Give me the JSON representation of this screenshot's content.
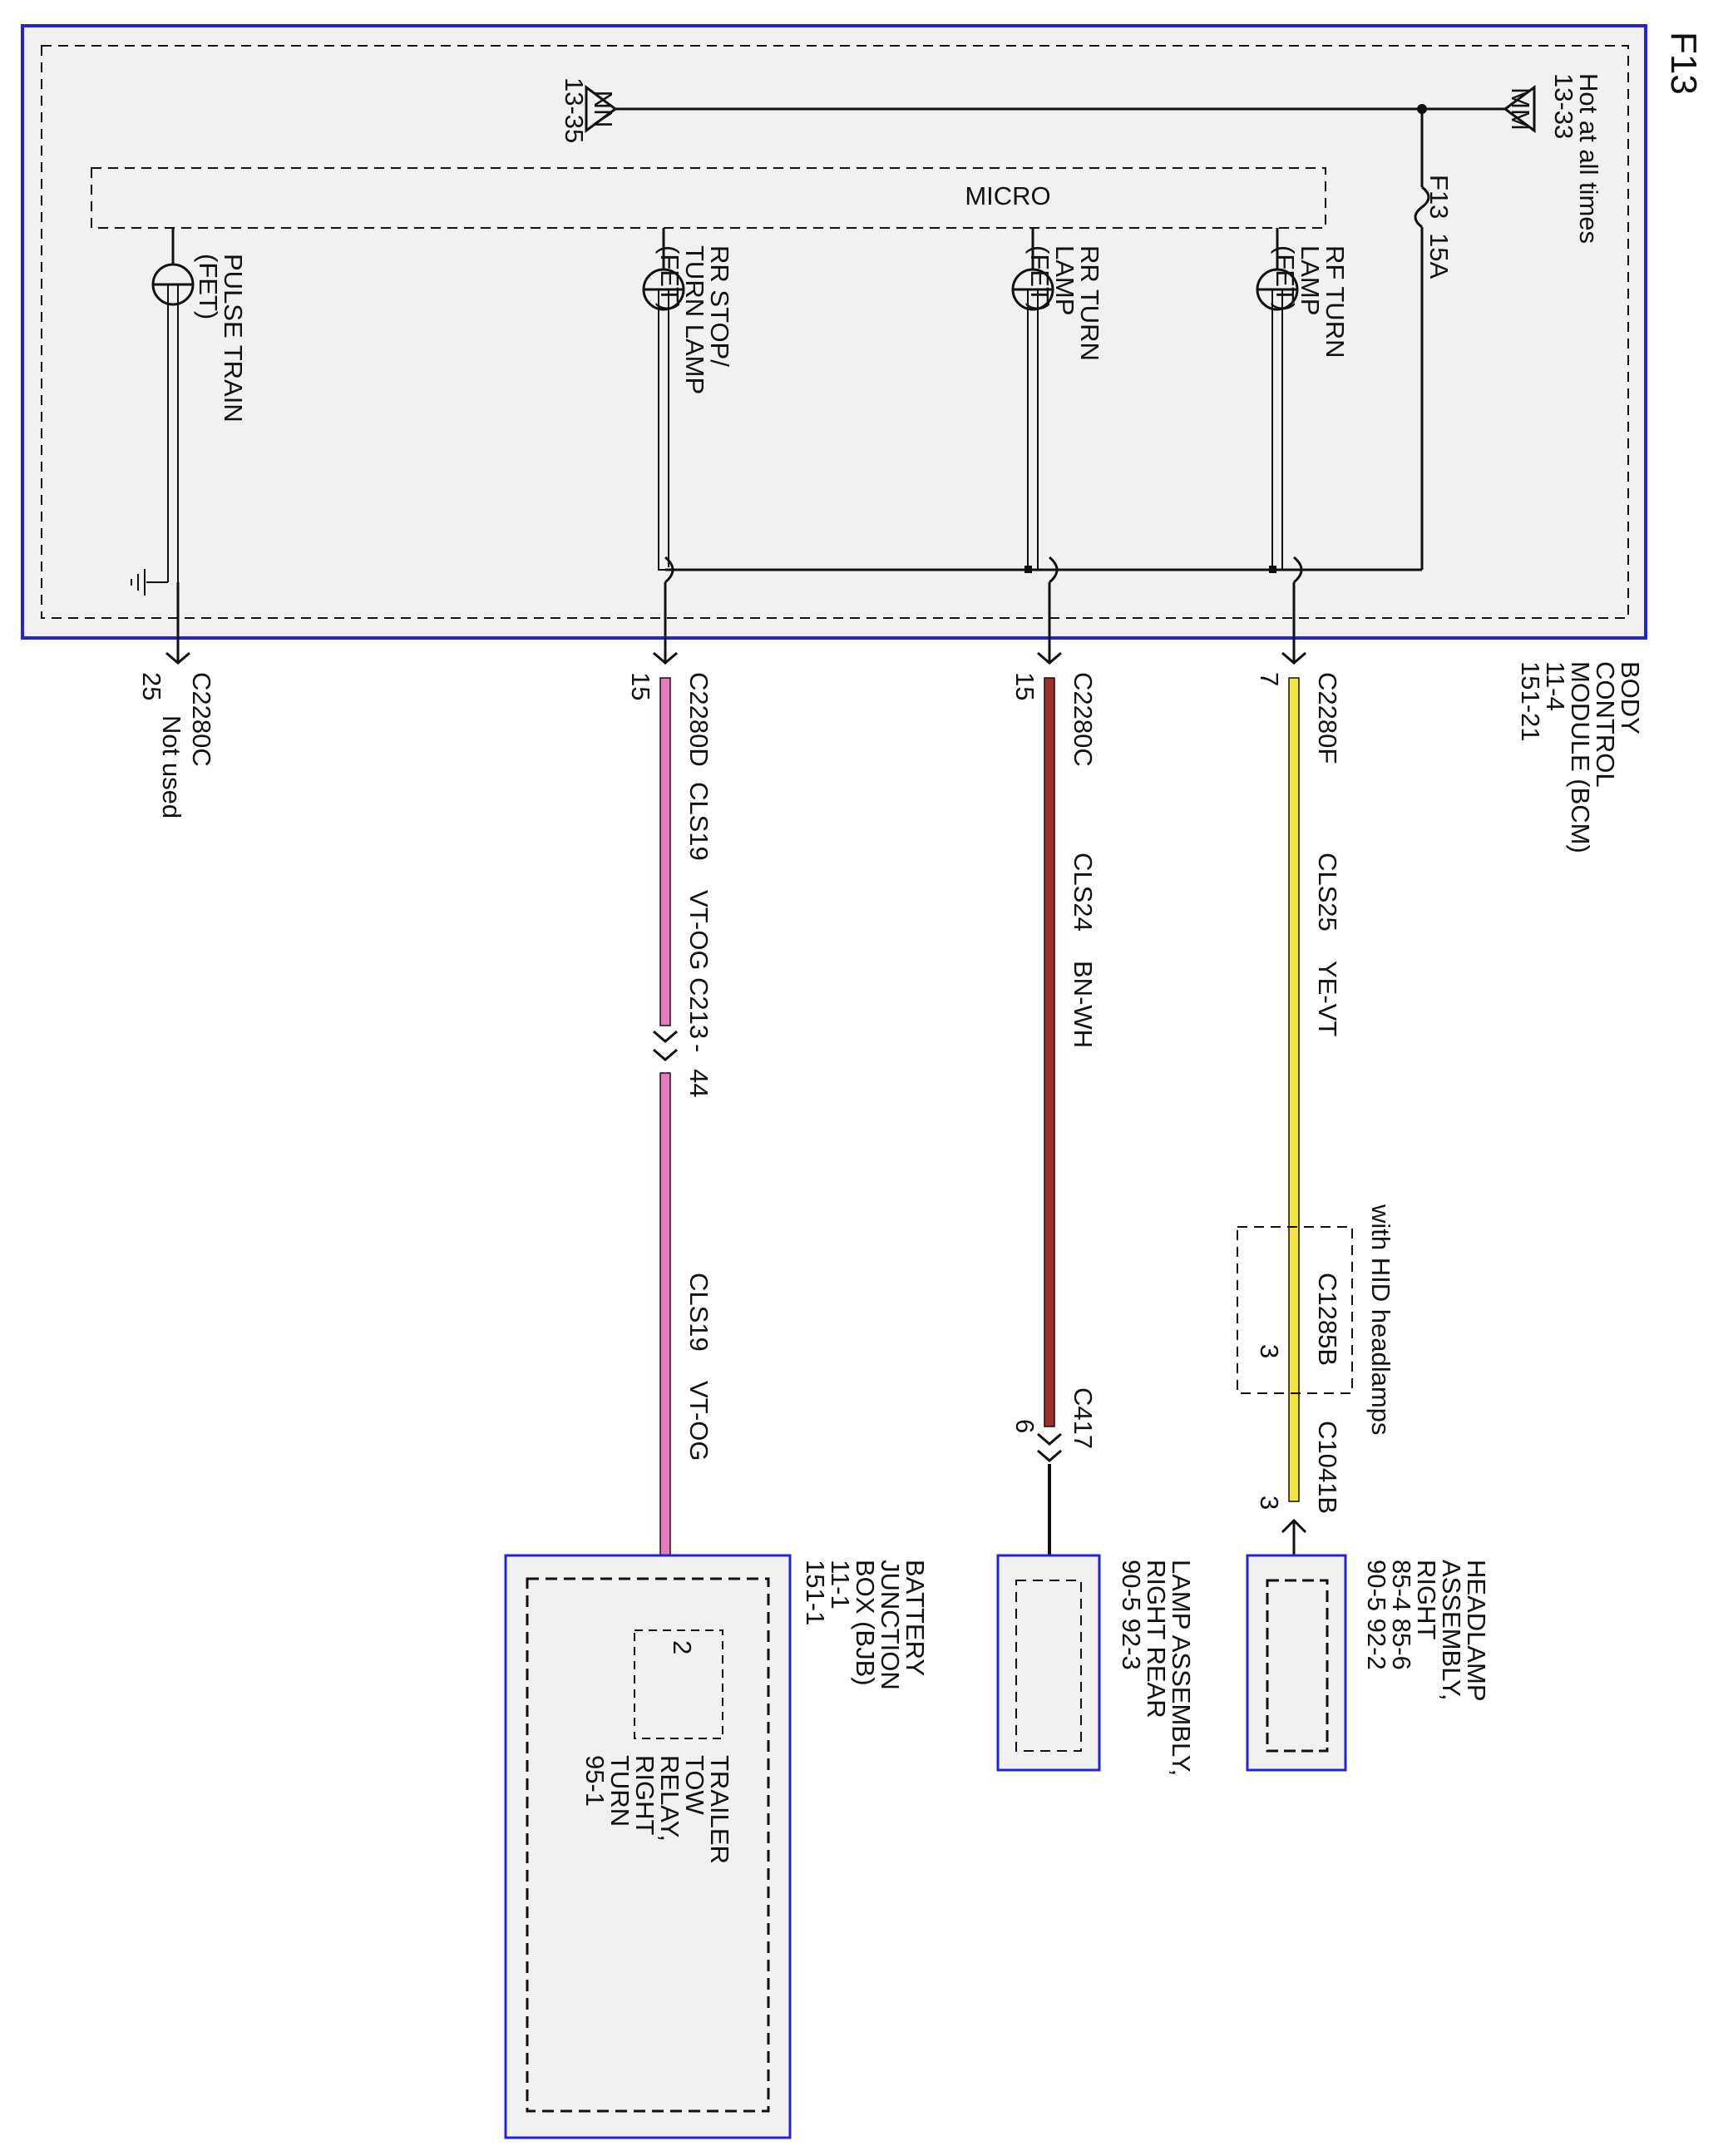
{
  "page_label": "F13",
  "colors": {
    "module_border": "#2323d8",
    "module_fill": "#f1f1f1",
    "dash": "#111111",
    "wire_violet_orange": "#e77bc0",
    "wire_brown_white": "#a32c2c",
    "wire_yellow_violet": "#f4e43b",
    "line": "#111111"
  },
  "bcm": {
    "title_lines": [
      "BODY",
      "CONTROL",
      "MODULE (BCM)",
      "11-4",
      "151-21"
    ],
    "micro_label": "MICRO",
    "power_in": {
      "lines": [
        "Hot at all times",
        "13-33"
      ],
      "symbol": "MM"
    },
    "power_out": {
      "ref": "13-35",
      "symbol": "NN"
    },
    "fuse": {
      "name": "F13",
      "rating": "15A"
    },
    "drivers": [
      {
        "id": "pulse-train",
        "lines": [
          "PULSE TRAIN",
          "(FET)"
        ]
      },
      {
        "id": "rr-stop-turn",
        "lines": [
          "RR STOP/",
          "TURN LAMP",
          "(FET)"
        ]
      },
      {
        "id": "rr-turn",
        "lines": [
          "RR TURN",
          "LAMP",
          "(FET)"
        ]
      },
      {
        "id": "rf-turn",
        "lines": [
          "RF TURN",
          "LAMP",
          "(FET)"
        ]
      }
    ]
  },
  "circuits": [
    {
      "id": "pulse-train",
      "connector": "C2280C",
      "pin": "25",
      "note": "Not used"
    },
    {
      "id": "rr-stop-turn",
      "connector": "C2280D",
      "pin": "15",
      "circuit": "CLS19",
      "color_code": "VT-OG",
      "inline": {
        "connector": "C213",
        "sep": "-",
        "pin": "44"
      },
      "lower_circuit": "CLS19",
      "lower_color_code": "VT-OG"
    },
    {
      "id": "rr-turn",
      "connector": "C2280C",
      "pin": "15",
      "circuit": "CLS24",
      "color_code": "BN-WH",
      "end_connector": "C417",
      "end_pin": "6"
    },
    {
      "id": "rf-turn",
      "connector": "C2280F",
      "pin": "7",
      "circuit": "CLS25",
      "color_code": "YE-VT",
      "option": {
        "note": "with HID headlamps",
        "connector": "C1285B",
        "pin": "3"
      },
      "end_connector": "C1041B",
      "end_pin": "3"
    }
  ],
  "components": {
    "bjb": {
      "lines": [
        "BATTERY",
        "JUNCTION",
        "BOX (BJB)",
        "11-1",
        "151-1"
      ],
      "relay_pin": "2",
      "relay_lines": [
        "TRAILER",
        "TOW",
        "RELAY,",
        "RIGHT",
        "TURN",
        "95-1"
      ]
    },
    "lamp_rr": {
      "lines": [
        "LAMP ASSEMBLY,",
        "RIGHT REAR",
        "90-5    92-3"
      ]
    },
    "headlamp_r": {
      "lines": [
        "HEADLAMP",
        "ASSEMBLY,",
        "RIGHT",
        "85-4      85-6",
        "90-5      92-2"
      ]
    }
  }
}
